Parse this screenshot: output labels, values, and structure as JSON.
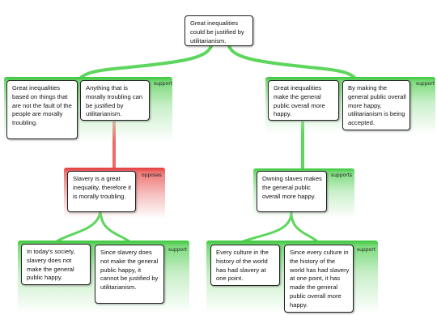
{
  "colors": {
    "support": "#3cc83c",
    "oppose": "#e43a3a"
  },
  "root": {
    "text": "Great inequalities could be justified by utilitarianism."
  },
  "left_group": {
    "tag": "support",
    "premise_1": "Great inequalities based on things that are not the fault of the people are morally troubling.",
    "premise_2": "Anything that is morally troubling can be justified by utilitarianism."
  },
  "right_group": {
    "tag": "support",
    "premise_1": "Great inequalities make the general public overall more happy.",
    "premise_2": "By making the general public overall more happy, utilitarianism is being accepted."
  },
  "left_objection": {
    "tag": "opposes",
    "text": "Slavery is a great inequality, therefore it is morally troubling."
  },
  "right_reason": {
    "tag": "supports",
    "text": "Owning slaves makes the general public overall more happy."
  },
  "left_bottom_group": {
    "tag": "support",
    "premise_1": "In today's society, slavery does not make the general public happy.",
    "premise_2": "Since slavery does not make the general public happy, it cannot be justified by utilitarianism."
  },
  "right_bottom_group": {
    "tag": "support",
    "premise_1": "Every culture in the history of the world has had slavery at one point.",
    "premise_2": "Since every culture in the history of the world has had slavery at one point, it has made the general public overall more happy."
  }
}
